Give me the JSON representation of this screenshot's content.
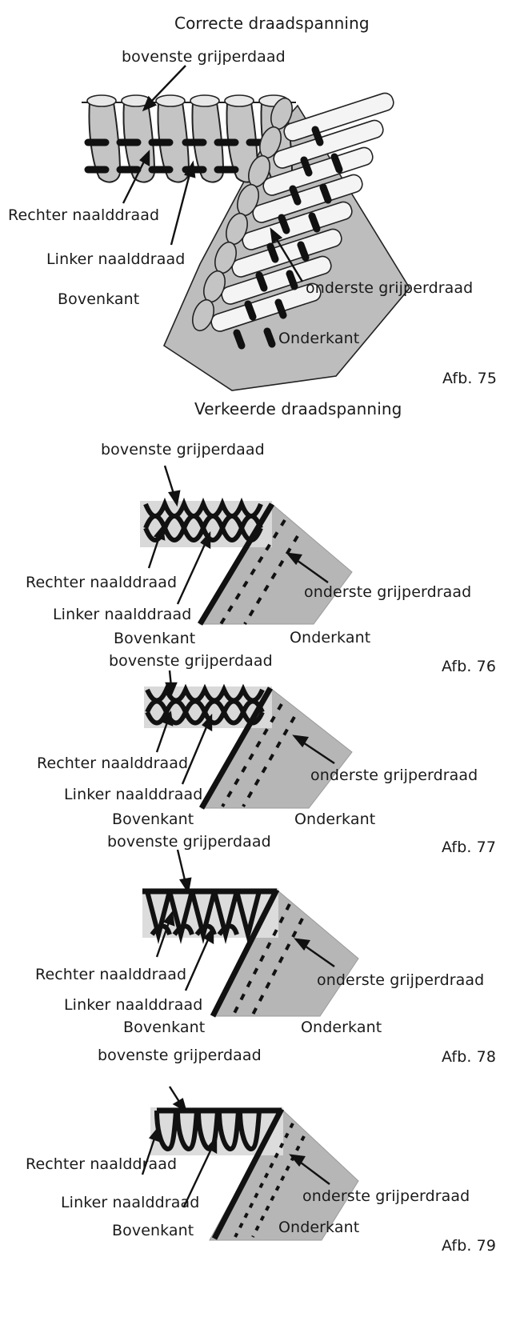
{
  "figure75": {
    "title": "Correcte draadspanning",
    "labels": {
      "upper_looper": "bovenste grijperdaad",
      "right_needle": "Rechter naalddraad",
      "left_needle": "Linker naalddraad",
      "top_side": "Bovenkant",
      "lower_looper": "onderste grijperdraad",
      "bottom_side": "Onderkant"
    },
    "caption": "Afb. 75"
  },
  "wrong_section": {
    "title": "Verkeerde draadspanning"
  },
  "figure76": {
    "labels": {
      "upper_looper": "bovenste grijperdaad",
      "right_needle": "Rechter naalddraad",
      "left_needle": "Linker naalddraad",
      "top_side": "Bovenkant",
      "lower_looper": "onderste grijperdraad",
      "bottom_side": "Onderkant"
    },
    "caption": "Afb. 76"
  },
  "figure77": {
    "labels": {
      "upper_looper": "bovenste grijperdaad",
      "right_needle": "Rechter naalddraad",
      "left_needle": "Linker naalddraad",
      "top_side": "Bovenkant",
      "lower_looper": "onderste grijperdraad",
      "bottom_side": "Onderkant"
    },
    "caption": "Afb. 77"
  },
  "figure78": {
    "labels": {
      "upper_looper": "bovenste grijperdaad",
      "right_needle": "Rechter naalddraad",
      "left_needle": "Linker naalddraad",
      "top_side": "Bovenkant",
      "lower_looper": "onderste grijperdraad",
      "bottom_side": "Onderkant"
    },
    "caption": "Afb. 78"
  },
  "figure79": {
    "labels": {
      "upper_looper": "bovenste grijperdaad",
      "right_needle": "Rechter naalddraad",
      "left_needle": "Linker naalddraad",
      "top_side": "Bovenkant",
      "lower_looper": "onderste grijperdraad",
      "bottom_side": "Onderkant"
    },
    "caption": "Afb. 79"
  },
  "colors": {
    "fabric": "#bdbdbd",
    "thread_outline": "#222222",
    "needle_thread": "#111111",
    "text": "#1a1a1a"
  }
}
